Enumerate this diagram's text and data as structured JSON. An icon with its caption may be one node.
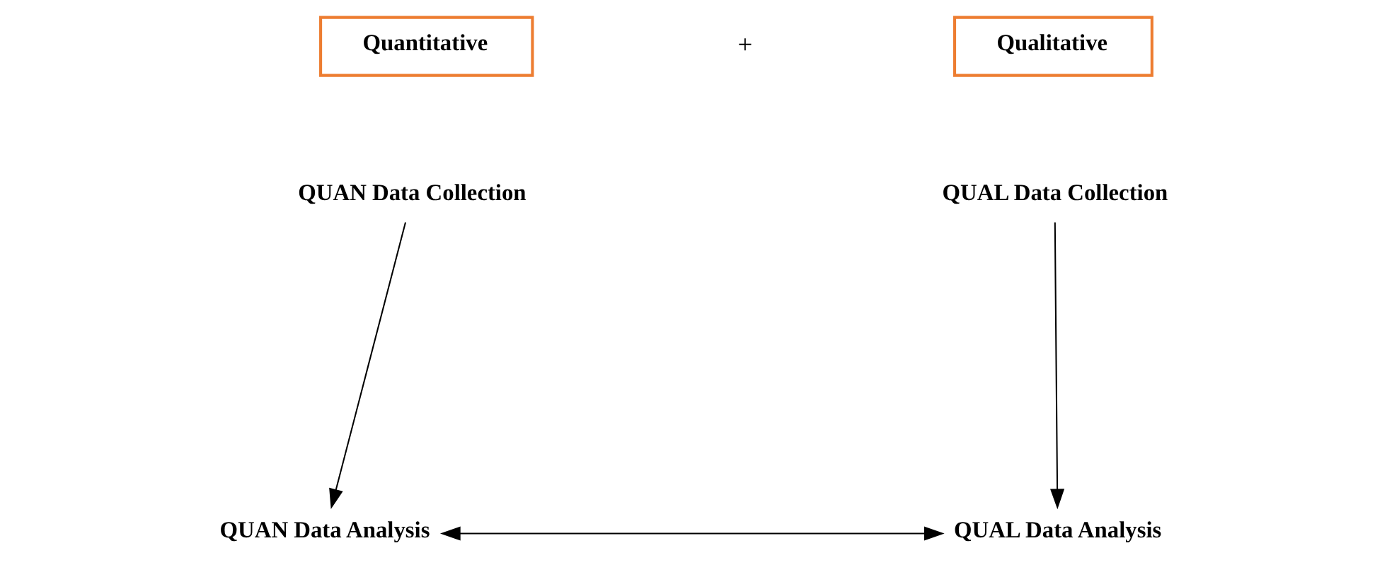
{
  "diagram": {
    "nodes": [
      {
        "text": [
          "Quantitative"
        ]
      },
      {
        "text": [
          "Qualitative"
        ]
      },
      {
        "text": [
          "QUAN Data Collection"
        ]
      },
      {
        "text": [
          "QUAL Data Collection"
        ]
      },
      {
        "text": [
          "QUAN Data Analysis"
        ]
      },
      {
        "text": [
          "QUAL Data Analysis"
        ]
      }
    ],
    "edges": [
      {
        "from": 2,
        "to": 4,
        "arrow": "to"
      },
      {
        "from": 3,
        "to": 5,
        "arrow": "to"
      },
      {
        "from": 4,
        "to": 5,
        "arrow": "both"
      }
    ],
    "labels": [
      "+"
    ]
  }
}
